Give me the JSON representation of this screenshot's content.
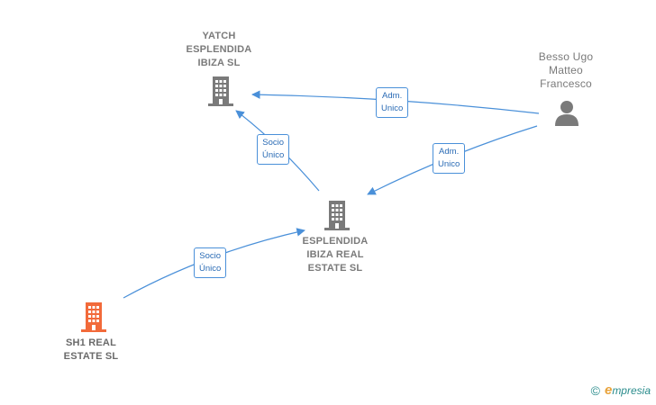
{
  "colors": {
    "edge": "#4a90d9",
    "company_icon": "#7a7a7a",
    "highlight_icon": "#f26a3a",
    "person_icon": "#7a7a7a"
  },
  "nodes": {
    "yatch": {
      "lines": [
        "YATCH",
        "ESPLENDIDA",
        "IBIZA  SL"
      ],
      "icon": "building-icon"
    },
    "esplendida": {
      "lines": [
        "ESPLENDIDA",
        "IBIZA REAL",
        "ESTATE  SL"
      ],
      "icon": "building-icon"
    },
    "sh1": {
      "lines": [
        "SH1 REAL",
        "ESTATE  SL"
      ],
      "icon": "building-icon"
    },
    "besso": {
      "lines": [
        "Besso Ugo",
        "Matteo",
        "Francesco"
      ],
      "icon": "person-icon"
    }
  },
  "edges": {
    "besso_yatch": {
      "lines": [
        "Adm.",
        "Unico"
      ]
    },
    "besso_esplendida": {
      "lines": [
        "Adm.",
        "Unico"
      ]
    },
    "esplendida_yatch": {
      "lines": [
        "Socio",
        "Único"
      ]
    },
    "sh1_esplendida": {
      "lines": [
        "Socio",
        "Único"
      ]
    }
  },
  "brand": {
    "copyright": "©",
    "initial": "e",
    "name": "mpresia"
  }
}
